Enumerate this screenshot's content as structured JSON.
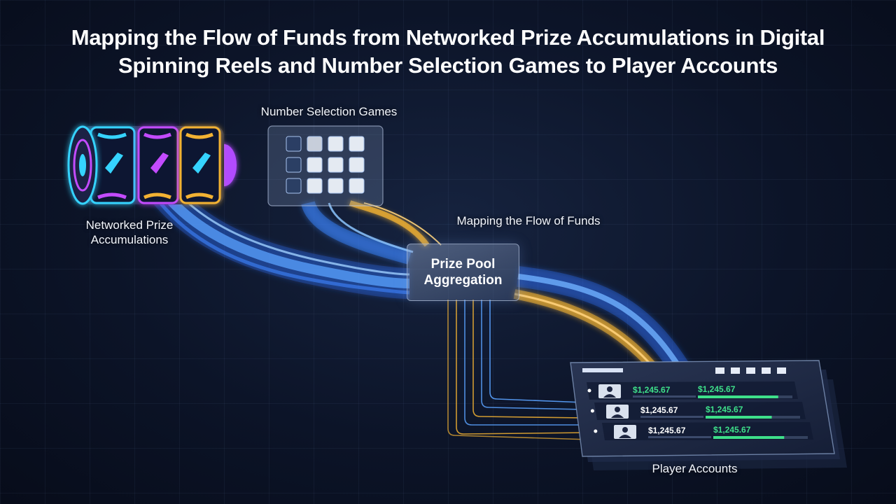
{
  "title": {
    "line1": "Mapping the Flow of Funds from Networked Prize Accumulations in Digital",
    "line2": "Spinning Reels and Number Selection Games to Player Accounts"
  },
  "labels": {
    "number_selection": "Number Selection Games",
    "networked_line1": "Networked Prize",
    "networked_line2": "Accumulations",
    "flow": "Mapping the Flow of Funds",
    "pool_line1": "Prize Pool",
    "pool_line2": "Aggregation",
    "player_accounts": "Player Accounts"
  },
  "accounts": [
    {
      "balance": "$1,245.67",
      "credit": "$1,245.67",
      "fill": 0.85
    },
    {
      "balance": "$1,245.67",
      "credit": "$1,245.67",
      "fill": 0.7
    },
    {
      "balance": "$1,245.67",
      "credit": "$1,245.67",
      "fill": 0.75
    }
  ],
  "colors": {
    "blue_flow": "#3d8bff",
    "gold_flow": "#f2b233",
    "cyan_accent": "#35d3ff",
    "magenta_accent": "#c34bff",
    "money_green": "#3ee08a",
    "panel_bg": "#1a2540"
  },
  "icons": {
    "reels": "slot-reels-icon",
    "grid": "number-grid-icon",
    "avatar": "user-avatar-icon"
  }
}
